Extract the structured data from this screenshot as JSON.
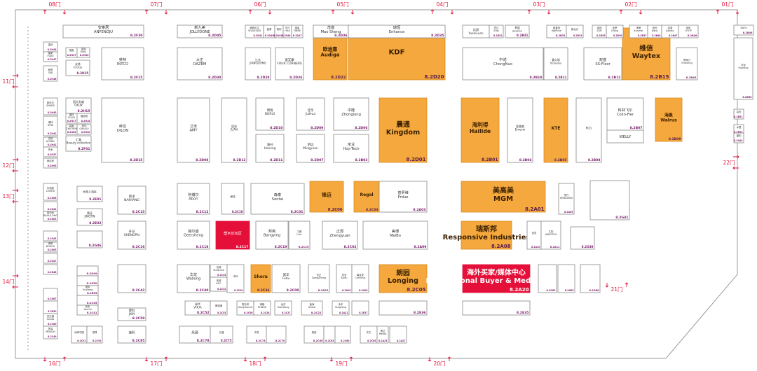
{
  "colors": {
    "highlight": "#f4a83d",
    "media": "#e5103a",
    "outline": "#888888",
    "text": "#333333",
    "code": "#7a1a6a",
    "door": "#e5103a"
  },
  "gates": [
    {
      "label": "08门",
      "icon": "door-arrows-icon"
    },
    {
      "label": "07门",
      "icon": "door-arrows-icon"
    },
    {
      "label": "06门",
      "icon": "door-arrows-icon"
    },
    {
      "label": "05门",
      "icon": "door-arrows-icon"
    },
    {
      "label": "04门",
      "icon": "door-arrows-icon"
    },
    {
      "label": "03门",
      "icon": "door-arrows-icon"
    },
    {
      "label": "02门",
      "icon": "door-arrows-icon"
    },
    {
      "label": "01门",
      "icon": "door-arrows-icon"
    },
    {
      "label": "11门",
      "icon": "door-arrows-icon"
    },
    {
      "label": "12门",
      "icon": "door-arrows-icon"
    },
    {
      "label": "13门",
      "icon": "door-arrows-icon"
    },
    {
      "label": "14门",
      "icon": "door-arrows-icon"
    },
    {
      "label": "16门",
      "icon": "door-arrows-icon"
    },
    {
      "label": "17门",
      "icon": "door-arrows-icon"
    },
    {
      "label": "18门",
      "icon": "door-arrows-icon"
    },
    {
      "label": "19门",
      "icon": "door-arrows-icon"
    },
    {
      "label": "20门",
      "icon": "door-arrows-icon"
    },
    {
      "label": "21门",
      "icon": "door-arrows-icon"
    },
    {
      "label": "22门",
      "icon": "door-arrows-icon"
    }
  ],
  "booths": [
    {
      "cn": "欧迪嘉",
      "en": "Audiga",
      "code": "8.2D22",
      "style": "big"
    },
    {
      "cn": "",
      "en": "KDF",
      "code": "8.2D20",
      "style": "big"
    },
    {
      "cn": "维信",
      "en": "Waytex",
      "code": "8.2B15",
      "style": "big"
    },
    {
      "cn": "晨通",
      "en": "Kingdom",
      "code": "8.2D01",
      "style": "big"
    },
    {
      "cn": "海利得",
      "en": "Hailide",
      "code": "8.2B01",
      "style": "big"
    },
    {
      "cn": "",
      "en": "KTE",
      "code": "8.2B05",
      "style": "big"
    },
    {
      "cn": "海象",
      "en": "Walrus",
      "code": "8.2B09",
      "style": "big"
    },
    {
      "cn": "锋迈",
      "en": "",
      "code": "8.2C06",
      "style": "big"
    },
    {
      "cn": "",
      "en": "Regal",
      "code": "8.2C03",
      "style": "big"
    },
    {
      "cn": "美高美",
      "en": "MGM",
      "code": "8.2A01",
      "style": "big"
    },
    {
      "cn": "瑞斯邦",
      "en": "Responsive Industries",
      "code": "8.2A08",
      "style": "big"
    },
    {
      "cn": "",
      "en": "Shera",
      "code": "8.2C36",
      "style": "big"
    },
    {
      "cn": "朗园",
      "en": "Longing",
      "code": "8.2C05",
      "style": "big"
    },
    {
      "cn": "塑木论坛区",
      "en": "",
      "code": "8.2C17",
      "style": "forum"
    },
    {
      "cn": "海外买家/媒体中心",
      "en": "International Buyer & Media Center",
      "code": "8.2A20",
      "style": "media"
    },
    {
      "cn": "安奉居",
      "en": "ANFENGJU",
      "code": "8.2F30"
    },
    {
      "cn": "新九美",
      "en": "JOLLYDONE",
      "code": "8.2D45"
    },
    {
      "cn": "维斯乐生",
      "en": "VIVILESUN",
      "code": "8.2D41"
    },
    {
      "cn": "鑫泰",
      "en": "",
      "code": "8.2D43"
    },
    {
      "cn": "德利",
      "en": "",
      "code": "8.2D42"
    },
    {
      "cn": "华兴",
      "en": "HHX",
      "code": "8.2D46"
    },
    {
      "cn": "银星",
      "en": "YINHE",
      "code": "8.2D47"
    },
    {
      "cn": "茂盛",
      "en": "Mao Sheng",
      "code": "8.2D36"
    },
    {
      "cn": "瑞恒",
      "en": "Enhance",
      "code": "8.2D35"
    },
    {
      "cn": "远研",
      "en": "YuanGuan",
      "code": ""
    },
    {
      "cn": "意达",
      "en": "Edal",
      "code": "8.2B32"
    },
    {
      "cn": "易盈",
      "en": "Asssion",
      "code": "8.2B31"
    },
    {
      "cn": "维普特",
      "en": "WeiPute",
      "code": "8.2B32"
    },
    {
      "cn": "新远达",
      "en": "",
      "code": "8.2B33"
    },
    {
      "cn": "卓冠",
      "en": "ZOR",
      "code": "8.2B35"
    },
    {
      "cn": "优荣",
      "en": "UTong",
      "code": "8.2B36"
    },
    {
      "cn": "坤美",
      "en": "Kunmei",
      "code": "8.2B37"
    },
    {
      "cn": "佰利",
      "en": "Baisl",
      "code": "8.2B46"
    },
    {
      "cn": "嘉蓝",
      "en": "Jiaolan",
      "code": "8.2B47"
    },
    {
      "cn": "优拓",
      "en": "UTOP",
      "code": "8.2B48"
    },
    {
      "cn": "",
      "en": "KDFd",
      "code": "8.2B49"
    },
    {
      "cn": "康凤",
      "en": "",
      "code": "8.2H43"
    },
    {
      "cn": "福荣",
      "en": "FUJIU",
      "code": "8.2H47"
    },
    {
      "cn": "雅思",
      "en": "YAJI",
      "code": "8.2H46"
    },
    {
      "cn": "德鑫",
      "en": "",
      "code": "8.2H27"
    },
    {
      "cn": "金尚",
      "en": "KING",
      "code": "8.2H26"
    },
    {
      "cn": "友格",
      "en": "YOUGE",
      "code": "8.2H25"
    },
    {
      "cn": "英特",
      "en": "INTCO",
      "code": "8.2F15"
    },
    {
      "cn": "大正",
      "en": "DAZEM",
      "code": "8.2D30"
    },
    {
      "cn": "江东",
      "en": "JIANGDONG",
      "code": "8.2D28"
    },
    {
      "cn": "富又康",
      "en": "FOUR CORNERS",
      "code": "8.2D26"
    },
    {
      "cn": "中诺",
      "en": "ChongNuo",
      "code": "8.2B10"
    },
    {
      "cn": "鑫久瑞",
      "en": "XinJiuRui",
      "code": "8.2B11"
    },
    {
      "cn": "双盛",
      "en": "SS-Floor",
      "code": "8.2B12"
    },
    {
      "cn": "恩得力",
      "en": "Enduring",
      "code": "8.2B45"
    },
    {
      "cn": "华龙",
      "en": "Hualong",
      "code": "8.2B50"
    },
    {
      "cn": "斯尼尔",
      "en": "SNHER",
      "code": "8.2H45"
    },
    {
      "cn": "瑞特",
      "en": "RITAI",
      "code": "8.2H42"
    },
    {
      "cn": "国大利威",
      "en": "GKLW",
      "code": "8.2H15"
    },
    {
      "cn": "福林",
      "en": "FULIN",
      "code": "8.2H17"
    },
    {
      "cn": "福浩昌",
      "en": "",
      "code": "8.2H16"
    },
    {
      "cn": "吉恒",
      "en": "JIHENG",
      "code": "8.2H41"
    },
    {
      "cn": "齐木",
      "en": "",
      "code": "8.2H37"
    },
    {
      "cn": "智晨",
      "en": "ZHICHEN",
      "code": "8.2H06"
    },
    {
      "cn": "家华",
      "en": "QIHUSU",
      "code": "8.2H40"
    },
    {
      "cn": "美佳家",
      "en": "",
      "code": "8.2H05"
    },
    {
      "cn": "汇美",
      "en": "Beauty collection",
      "code": "8.2F01"
    },
    {
      "cn": "帝龙",
      "en": "DILON",
      "code": "8.2D15"
    },
    {
      "cn": "艾米",
      "en": "AMY",
      "code": "8.2D08"
    },
    {
      "cn": "居安",
      "en": "JUAN",
      "code": "8.2D12"
    },
    {
      "cn": "博瑞",
      "en": "BORUI",
      "code": "8.2D10"
    },
    {
      "cn": "海兴",
      "en": "Haixing",
      "code": "8.2D11"
    },
    {
      "cn": "佳华",
      "en": "JiaHua",
      "code": "8.2D09"
    },
    {
      "cn": "明远",
      "en": "Mingyuan",
      "code": "8.2D07"
    },
    {
      "cn": "中隆",
      "en": "Zhonglong",
      "code": "8.2D06"
    },
    {
      "cn": "禾业",
      "en": "Hoy-Tech",
      "code": "8.2B03"
    },
    {
      "cn": "爱美森",
      "en": "Emosin",
      "code": "8.2B06"
    },
    {
      "cn": "",
      "en": "RCG",
      "code": "8.2B08"
    },
    {
      "cn": "科林飞尔",
      "en": "Colin-Fier",
      "code": "8.2B07"
    },
    {
      "cn": "",
      "en": "WELLY",
      "code": ""
    },
    {
      "cn": "嘉利",
      "en": "",
      "code": "8.2B51"
    },
    {
      "cn": "木塑",
      "en": "",
      "code": "8.2B52"
    },
    {
      "cn": "捷豹",
      "en": "",
      "code": "8.2G40"
    },
    {
      "cn": "乐和居",
      "en": "LEHEJU",
      "code": "8.2G06"
    },
    {
      "cn": "木塑上游区",
      "en": "",
      "code": "8.2E01"
    },
    {
      "cn": "南洋",
      "en": "NANYANG",
      "code": "8.2C15"
    },
    {
      "cn": "阿博尔",
      "en": "Abori",
      "code": "8.2C12"
    },
    {
      "cn": "格瑞",
      "en": "",
      "code": "8.2C10"
    },
    {
      "cn": "森泰",
      "en": "Sentai",
      "code": "8.2C01"
    },
    {
      "cn": "普罗维",
      "en": "Prdue",
      "code": "8.2A03"
    },
    {
      "cn": "恒兴",
      "en": "HENGXING",
      "code": "8.2A05"
    },
    {
      "cn": "",
      "en": "",
      "code": "8.2G41"
    },
    {
      "cn": "",
      "en": "",
      "code": "8.2G42"
    },
    {
      "cn": "保利龙",
      "en": "BAOLILONG",
      "code": "8.2G03"
    },
    {
      "cn": "景廷",
      "en": "JINGTIN",
      "code": "8.2E02"
    },
    {
      "cn": "升派",
      "en": "SHENGPAI",
      "code": "8.2C16"
    },
    {
      "cn": "格尔盛",
      "en": "Geersheng",
      "code": "8.2C18"
    },
    {
      "cn": "邦英",
      "en": "Bangying",
      "code": "8.2C19"
    },
    {
      "cn": "力都",
      "en": "Lidu",
      "code": "8.2C25"
    },
    {
      "cn": "正源",
      "en": "Zhengyuan",
      "code": "8.2C02"
    },
    {
      "cn": "美博",
      "en": "MeiBo",
      "code": "8.2A09"
    },
    {
      "cn": "创意",
      "en": "",
      "code": "8.2A10"
    },
    {
      "cn": "江拓",
      "en": "JIANGTUO",
      "code": "8.2A11"
    },
    {
      "cn": "",
      "en": "",
      "code": "8.2G38"
    },
    {
      "cn": "",
      "en": "",
      "code": "8.2G45"
    },
    {
      "cn": "博厚",
      "en": "BOHOU",
      "code": "8.2G05"
    },
    {
      "cn": "",
      "en": "",
      "code": "8.2G46"
    },
    {
      "cn": "",
      "en": "",
      "code": "8.2G47"
    },
    {
      "cn": "",
      "en": "",
      "code": "8.2G48"
    },
    {
      "cn": "",
      "en": "",
      "code": "8.2G49"
    },
    {
      "cn": "",
      "en": "",
      "code": "8.2G50"
    },
    {
      "cn": "国风",
      "en": "Guofeng",
      "code": "8.2E05"
    },
    {
      "cn": "",
      "en": "",
      "code": "8.2C45"
    },
    {
      "cn": "优彩",
      "en": "YouCai",
      "code": "8.2C41"
    },
    {
      "cn": "",
      "en": "",
      "code": "8.2C42"
    },
    {
      "cn": "华龙",
      "en": "Wallong",
      "code": "8.2C40"
    },
    {
      "cn": "世瑞",
      "en": "Sunshine",
      "code": "8.2C35"
    },
    {
      "cn": "帝冠",
      "en": "K&C",
      "code": "8.2C32"
    },
    {
      "cn": "中科",
      "en": "",
      "code": "8.2C09"
    },
    {
      "cn": "富华",
      "en": "Fuhu",
      "code": "8.2C08"
    },
    {
      "cn": "东正",
      "en": "DongZheng",
      "code": "8.2A22"
    },
    {
      "cn": "凯宇",
      "en": "KaiYu",
      "code": "8.2A25"
    },
    {
      "cn": "森克发",
      "en": "Cenkhua",
      "code": "8.2A26"
    },
    {
      "cn": "",
      "en": "",
      "code": "8.2G62"
    },
    {
      "cn": "",
      "en": "",
      "code": "8.2G65"
    },
    {
      "cn": "",
      "en": "",
      "code": "8.2G66"
    },
    {
      "cn": "",
      "en": "",
      "code": "8.2G67"
    },
    {
      "cn": "",
      "en": "",
      "code": "8.2E30"
    },
    {
      "cn": "圣达通",
      "en": "Sunda",
      "code": "8.2C80"
    },
    {
      "cn": "梦喜",
      "en": "MENGXI",
      "code": "8.2C49"
    },
    {
      "cn": "建科",
      "en": "JKM",
      "code": "8.2C50"
    },
    {
      "cn": "绿华",
      "en": "VHUA",
      "code": "8.2C52"
    },
    {
      "cn": "雅德通",
      "en": "",
      "code": "8.2C53"
    },
    {
      "cn": "恒杉林",
      "en": "Hengshanlin",
      "code": "8.2C56"
    },
    {
      "cn": "润格",
      "en": "RUNGE",
      "code": "8.2C28"
    },
    {
      "cn": "远东",
      "en": "YuanDong",
      "code": "8.2C27"
    },
    {
      "cn": "鑫海",
      "en": "Xinhai",
      "code": "8.2C22"
    },
    {
      "cn": "永丰",
      "en": "YongFeng",
      "code": "8.2A21"
    },
    {
      "cn": "",
      "en": "",
      "code": "8.2E37"
    },
    {
      "cn": "",
      "en": "",
      "code": "8.2E36"
    },
    {
      "cn": "",
      "en": "",
      "code": "8.2E35"
    },
    {
      "cn": "地球中国",
      "en": "",
      "code": "8.2C91"
    },
    {
      "cn": "恒得",
      "en": "",
      "code": "8.2C92"
    },
    {
      "cn": "施利",
      "en": "",
      "code": "8.2C85"
    },
    {
      "cn": "永昌",
      "en": "",
      "code": "8.2C78"
    },
    {
      "cn": "长盛",
      "en": "",
      "code": "8.2C75"
    },
    {
      "cn": "中恒",
      "en": "",
      "code": "8.2C73"
    },
    {
      "cn": "",
      "en": "",
      "code": "8.2C70"
    },
    {
      "cn": "康高",
      "en": "",
      "code": "8.2C66"
    },
    {
      "cn": "",
      "en": "",
      "code": "8.2C63"
    },
    {
      "cn": "",
      "en": "",
      "code": "8.2C60"
    },
    {
      "cn": "东方",
      "en": "",
      "code": "8.2C65"
    },
    {
      "cn": "美达",
      "en": "MeiDa",
      "code": "8.2A23"
    },
    {
      "cn": "",
      "en": "",
      "code": "8.2A27"
    }
  ]
}
